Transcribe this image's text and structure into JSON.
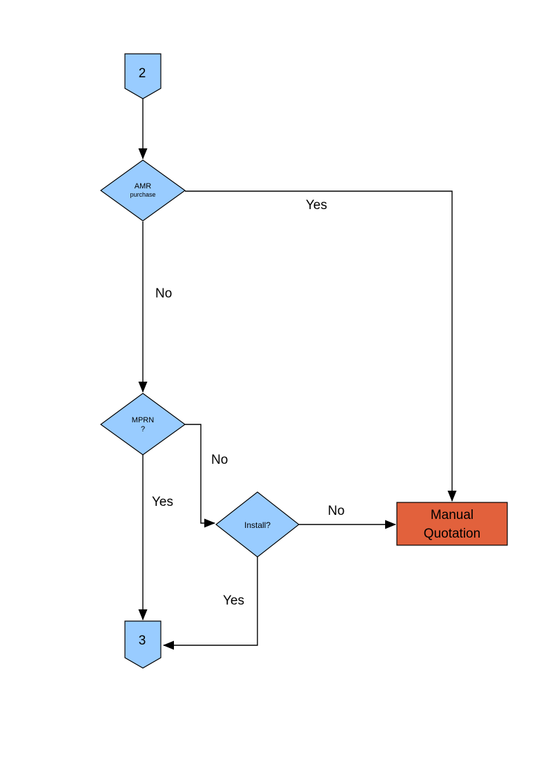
{
  "diagram": {
    "title": "AMR purchase quotation flowchart page",
    "colors": {
      "page_bg": "#ffffff",
      "node_fill": "#99ccff",
      "node_stroke": "#000000",
      "manual_fill": "#e2613c",
      "line_color": "#000000",
      "text_color": "#000000"
    },
    "nodes": {
      "connector_2": {
        "label": "2"
      },
      "amr_decision": {
        "line1": "AMR",
        "line2": "purchase"
      },
      "mprn_decision": {
        "line1": "MPRN",
        "line2": "?"
      },
      "install_decision": {
        "label": "Install?"
      },
      "manual_quotation": {
        "line1": "Manual",
        "line2": "Quotation"
      },
      "connector_3": {
        "label": "3"
      }
    },
    "edges": {
      "amr_yes": {
        "label": "Yes"
      },
      "amr_no": {
        "label": "No"
      },
      "mprn_no": {
        "label": "No"
      },
      "mprn_yes": {
        "label": "Yes"
      },
      "install_no": {
        "label": "No"
      },
      "install_yes": {
        "label": "Yes"
      }
    }
  }
}
